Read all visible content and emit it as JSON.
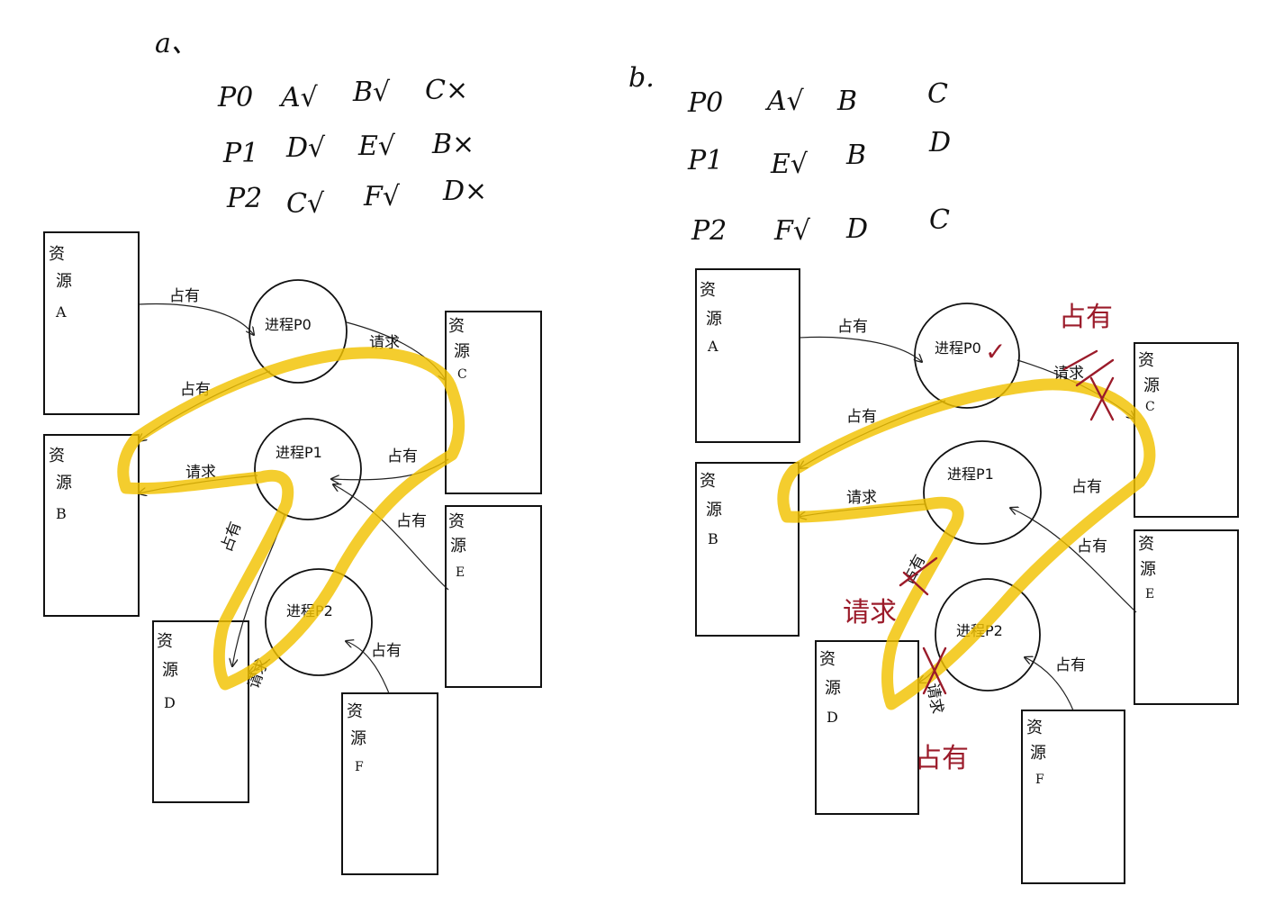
{
  "diagram_a": {
    "label": "a、",
    "table": [
      {
        "proc": "P0",
        "c1": "A√",
        "c2": "B√",
        "c3": "C×"
      },
      {
        "proc": "P1",
        "c1": "D√",
        "c2": "E√",
        "c3": "B×"
      },
      {
        "proc": "P2",
        "c1": "C√",
        "c2": "F√",
        "c3": "D×"
      }
    ],
    "resources": {
      "A": {
        "c1": "资",
        "c2": "源",
        "c3": "A"
      },
      "B": {
        "c1": "资",
        "c2": "源",
        "c3": "B"
      },
      "C": {
        "c1": "资",
        "c2": "源",
        "c3": "C"
      },
      "D": {
        "c1": "资",
        "c2": "源",
        "c3": "D"
      },
      "E": {
        "c1": "资",
        "c2": "源",
        "c3": "E"
      },
      "F": {
        "c1": "资",
        "c2": "源",
        "c3": "F"
      }
    },
    "processes": {
      "P0": "进程P0",
      "P1": "进程P1",
      "P2": "进程P2"
    },
    "edges": {
      "A_P0": "占有",
      "P0_C": "请求",
      "P0_B": "占有",
      "P1_B": "请求",
      "C_P1": "占有",
      "E_P1": "占有",
      "P1_D": "占有",
      "P2_D": "请求",
      "F_P2": "占有"
    }
  },
  "diagram_b": {
    "label": "b.",
    "table": [
      {
        "proc": "P0",
        "c1": "A√",
        "c2": "B",
        "c3": "C"
      },
      {
        "proc": "P1",
        "c1": "E√",
        "c2": "B",
        "c3": "D"
      },
      {
        "proc": "P2",
        "c1": "F√",
        "c2": "D",
        "c3": "C"
      }
    ],
    "resources": {
      "A": {
        "c1": "资",
        "c2": "源",
        "c3": "A"
      },
      "B": {
        "c1": "资",
        "c2": "源",
        "c3": "B"
      },
      "C": {
        "c1": "资",
        "c2": "源",
        "c3": "C"
      },
      "D": {
        "c1": "资",
        "c2": "源",
        "c3": "D"
      },
      "E": {
        "c1": "资",
        "c2": "源",
        "c3": "E"
      },
      "F": {
        "c1": "资",
        "c2": "源",
        "c3": "F"
      }
    },
    "processes": {
      "P0": "进程P0",
      "P1": "进程P1",
      "P2": "进程P2"
    },
    "p0_check": "✓",
    "edges": {
      "A_P0": "占有",
      "P0_C": "请求",
      "P0_B": "占有",
      "P1_B": "请求",
      "C_P1": "占有",
      "E_P1": "占有",
      "P1_D": "占有",
      "P2_D": "请求",
      "F_P2": "占有"
    },
    "corrections": {
      "C_P0": "占有",
      "D_P1": "请求",
      "P2_D": "占有"
    }
  },
  "colors": {
    "highlight": "#f2c200",
    "correction": "#9b1b2a",
    "ink": "#111111"
  }
}
